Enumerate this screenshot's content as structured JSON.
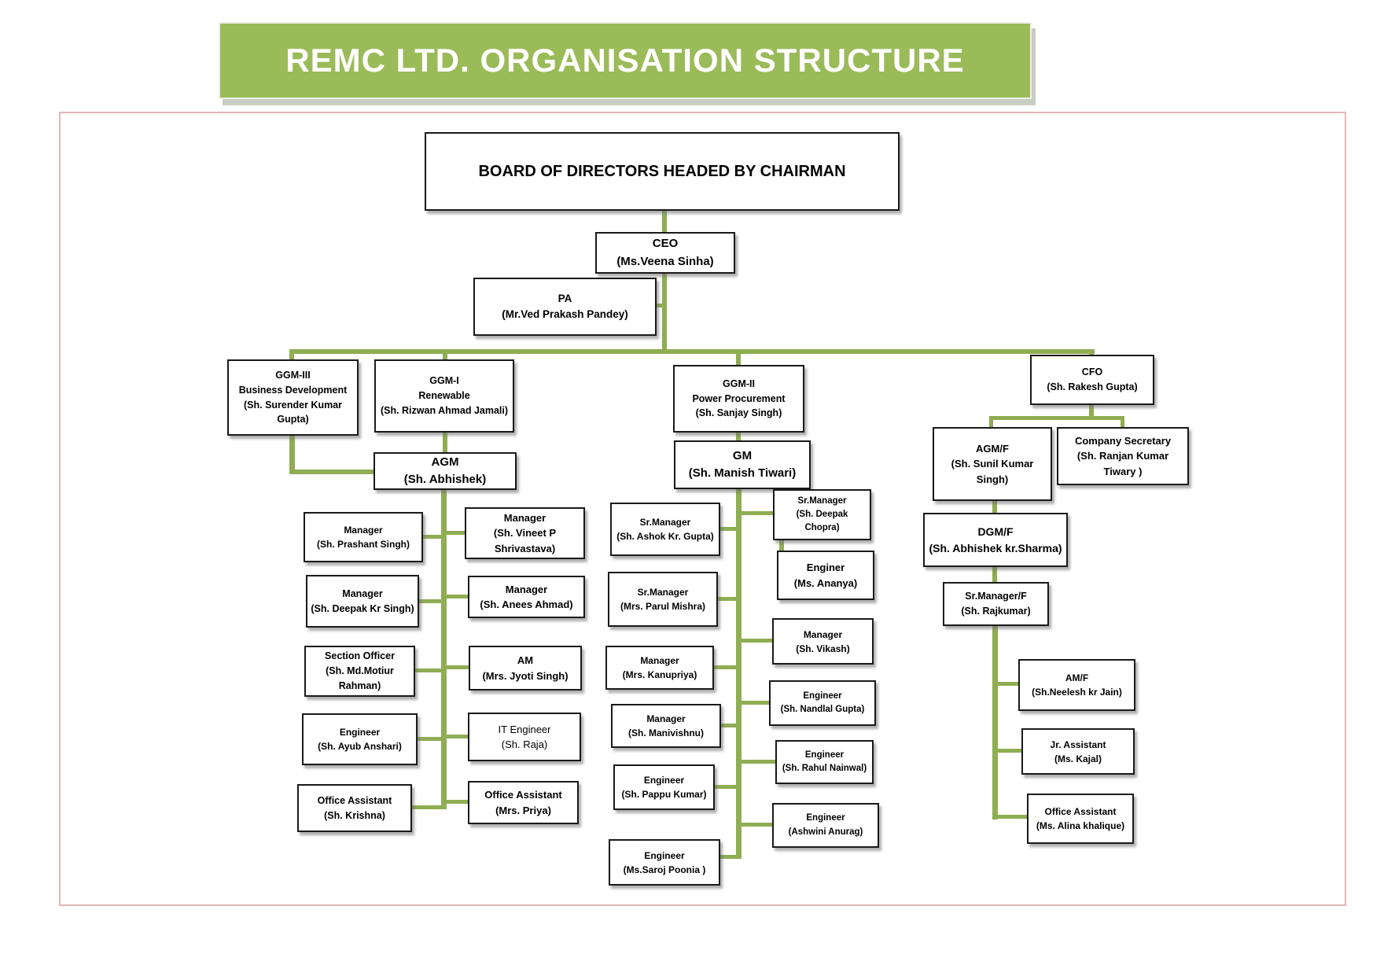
{
  "banner": {
    "title": "REMC LTD. ORGANISATION STRUCTURE",
    "bg": "#9BBB59",
    "fg": "#FFFFFF"
  },
  "colors": {
    "connector": "#8FAD53",
    "frame_border": "#E6B6B6",
    "box_border": "#1A1A1A"
  },
  "org": {
    "nodes": [
      {
        "id": "board",
        "role": "BOARD OF DIRECTORS HEADED BY CHAIRMAN",
        "person": "",
        "reports_to": null
      },
      {
        "id": "ceo",
        "role": "CEO",
        "person": "(Ms.Veena Sinha)",
        "reports_to": "board"
      },
      {
        "id": "pa",
        "role": "PA",
        "person": "(Mr.Ved Prakash Pandey)",
        "reports_to": "ceo"
      },
      {
        "id": "ggm3",
        "role": "GGM-III",
        "dept": "Business Development",
        "person": "(Sh. Surender Kumar Gupta)",
        "reports_to": "ceo"
      },
      {
        "id": "ggm1",
        "role": "GGM-I",
        "dept": "Renewable",
        "person": "(Sh. Rizwan Ahmad Jamali)",
        "reports_to": "ceo"
      },
      {
        "id": "ggm2",
        "role": "GGM-II",
        "dept": "Power Procurement",
        "person": "(Sh. Sanjay Singh)",
        "reports_to": "ceo"
      },
      {
        "id": "cfo",
        "role": "CFO",
        "person": "(Sh. Rakesh Gupta)",
        "reports_to": "ceo"
      },
      {
        "id": "agm",
        "role": "AGM",
        "person": "(Sh. Abhishek)",
        "reports_to": "ggm1"
      },
      {
        "id": "gm",
        "role": "GM",
        "person": "(Sh. Manish Tiwari)",
        "reports_to": "ggm2"
      },
      {
        "id": "agmf",
        "role": "AGM/F",
        "person": "(Sh. Sunil Kumar Singh)",
        "reports_to": "cfo"
      },
      {
        "id": "cs",
        "role": "Company Secretary",
        "person": "(Sh. Ranjan Kumar Tiwary )",
        "reports_to": "cfo"
      },
      {
        "id": "a1",
        "role": "Manager",
        "person": "(Sh. Prashant Singh)",
        "reports_to": "agm"
      },
      {
        "id": "a2",
        "role": "Manager",
        "person": "(Sh. Deepak Kr Singh)",
        "reports_to": "agm"
      },
      {
        "id": "a3",
        "role": "Section Officer",
        "person": "(Sh. Md.Motiur Rahman)",
        "reports_to": "agm"
      },
      {
        "id": "a4",
        "role": "Engineer",
        "person": "(Sh. Ayub Anshari)",
        "reports_to": "agm"
      },
      {
        "id": "a5",
        "role": "Office Assistant",
        "person": "(Sh. Krishna)",
        "reports_to": "agm"
      },
      {
        "id": "b1",
        "role": "Manager",
        "person": "(Sh. Vineet P Shrivastava)",
        "reports_to": "agm"
      },
      {
        "id": "b2",
        "role": "Manager",
        "person": "(Sh. Anees Ahmad)",
        "reports_to": "agm"
      },
      {
        "id": "b3",
        "role": "AM",
        "person": "(Mrs. Jyoti Singh)",
        "reports_to": "agm"
      },
      {
        "id": "b4",
        "role": "IT Engineer",
        "person": "(Sh. Raja)",
        "reports_to": "agm"
      },
      {
        "id": "b5",
        "role": "Office Assistant",
        "person": "(Mrs. Priya)",
        "reports_to": "agm"
      },
      {
        "id": "c1",
        "role": "Sr.Manager",
        "person": "(Sh. Ashok Kr. Gupta)",
        "reports_to": "gm"
      },
      {
        "id": "c2",
        "role": "Sr.Manager",
        "person": "(Mrs. Parul Mishra)",
        "reports_to": "gm"
      },
      {
        "id": "c3",
        "role": "Manager",
        "person": "(Mrs. Kanupriya)",
        "reports_to": "gm"
      },
      {
        "id": "c4",
        "role": "Manager",
        "person": "(Sh. Manivishnu)",
        "reports_to": "gm"
      },
      {
        "id": "c5",
        "role": "Engineer",
        "person": "(Sh. Pappu Kumar)",
        "reports_to": "gm"
      },
      {
        "id": "c6",
        "role": "Engineer",
        "person": "(Ms.Saroj Poonia )",
        "reports_to": "gm"
      },
      {
        "id": "d1",
        "role": "Sr.Manager",
        "person": "(Sh. Deepak Chopra)",
        "reports_to": "gm"
      },
      {
        "id": "d2",
        "role": "Enginer",
        "person": "(Ms. Ananya)",
        "reports_to": "d1"
      },
      {
        "id": "d3",
        "role": "Manager",
        "person": "(Sh. Vikash)",
        "reports_to": "gm"
      },
      {
        "id": "d4",
        "role": "Engineer",
        "person": "(Sh. Nandlal Gupta)",
        "reports_to": "gm"
      },
      {
        "id": "d5",
        "role": "Engineer",
        "person": "(Sh. Rahul Nainwal)",
        "reports_to": "gm"
      },
      {
        "id": "d6",
        "role": "Engineer",
        "person": "(Ashwini Anurag)",
        "reports_to": "gm"
      },
      {
        "id": "dgmf",
        "role": "DGM/F",
        "person": "(Sh. Abhishek kr.Sharma)",
        "reports_to": "agmf"
      },
      {
        "id": "srmf",
        "role": "Sr.Manager/F",
        "person": "(Sh. Rajkumar)",
        "reports_to": "dgmf"
      },
      {
        "id": "f1",
        "role": "AM/F",
        "person": "(Sh.Neelesh kr Jain)",
        "reports_to": "srmf"
      },
      {
        "id": "f2",
        "role": "Jr. Assistant",
        "person": "(Ms. Kajal)",
        "reports_to": "srmf"
      },
      {
        "id": "f3",
        "role": "Office Assistant",
        "person": "(Ms. Alina khalique)",
        "reports_to": "srmf"
      }
    ]
  }
}
